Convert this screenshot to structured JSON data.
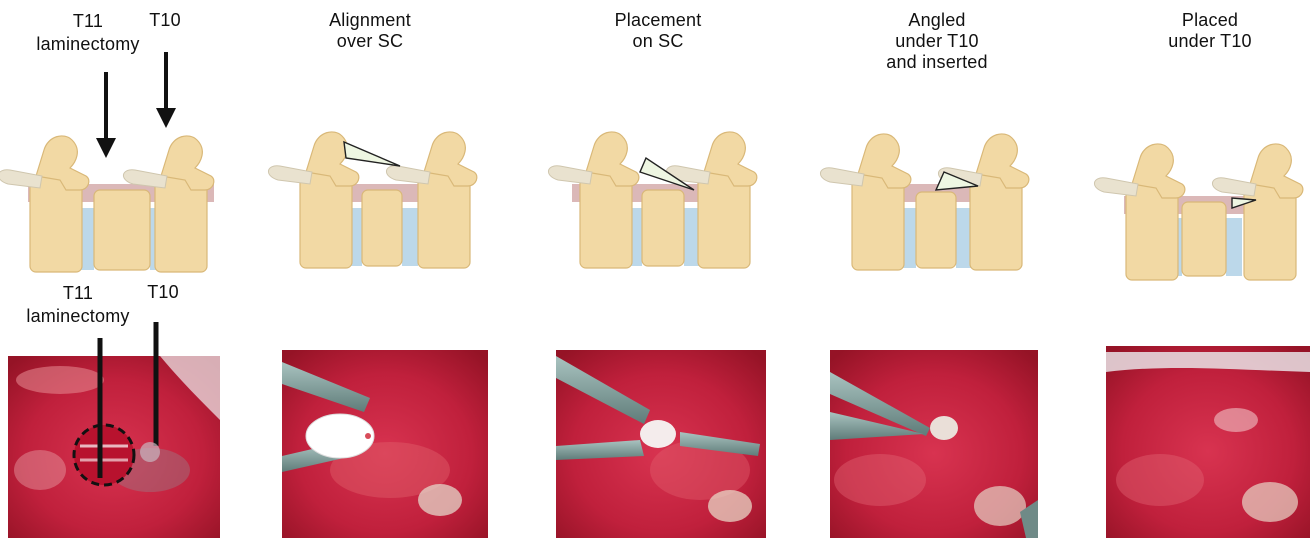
{
  "colors": {
    "bone": "#f2d9a4",
    "bone_shade": "#dcbc7e",
    "disc": "#bcd8ea",
    "cord": "#cfa0a0",
    "implant": "#eef6e2",
    "tissue": "#c8243e",
    "tissue_dark": "#8e1024"
  },
  "panels": [
    {
      "diagram_labels": [
        "T11\nlaminectomy",
        "T10"
      ],
      "photo_labels": [
        "T11\nlaminectomy",
        "T10"
      ]
    },
    {
      "title": "Alignment\nover SC"
    },
    {
      "title": "Placement\non SC"
    },
    {
      "title": "Angled\nunder T10\nand inserted"
    },
    {
      "title": "Placed\nunder T10"
    }
  ]
}
